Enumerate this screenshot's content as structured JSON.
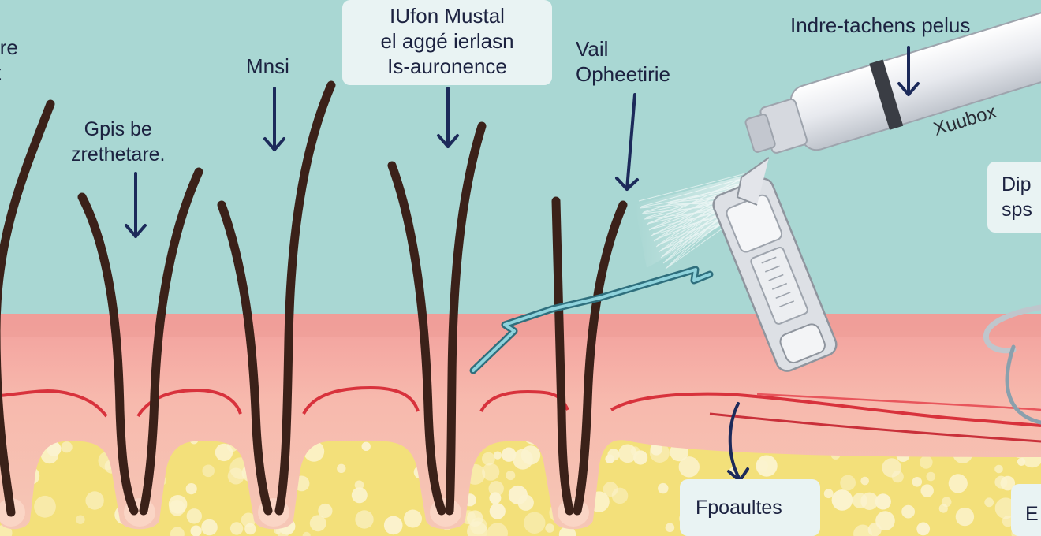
{
  "labels": {
    "left_edge": [
      "ire",
      "t"
    ],
    "gpis": [
      "Gpis be",
      "zrethetare."
    ],
    "mnsi": "Mnsi",
    "title_box": [
      "IUfon Mustal",
      "el aggé ierlasn",
      "Is-auronence"
    ],
    "vail": [
      "Vail",
      "Opheetirie"
    ],
    "indre": "Indre-tachens pelus",
    "device_brand": "Xuubox",
    "dip": [
      "Dip",
      "sps"
    ],
    "fpoaultes": "Fpoaultes",
    "corner": "E"
  },
  "colors": {
    "background": "#a9d7d3",
    "epidermis": "#f4b3aa",
    "dermis_line": "#d8323c",
    "fat_layer": "#f3e07a",
    "hair": "#3b2119",
    "arrow": "#1c2a5a",
    "laser_path": "#4fa6b1",
    "device_body": "#eeeff2",
    "device_band": "#3a3d44"
  }
}
